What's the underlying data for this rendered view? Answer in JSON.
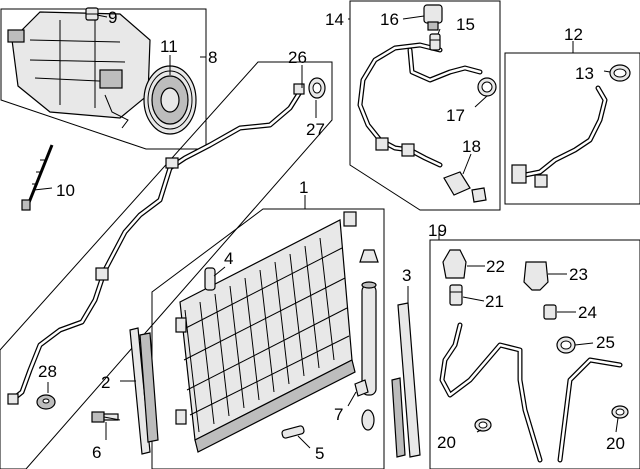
{
  "callouts": {
    "c1": "1",
    "c2": "2",
    "c3": "3",
    "c4": "4",
    "c5": "5",
    "c6": "6",
    "c7": "7",
    "c8": "8",
    "c9": "9",
    "c10": "10",
    "c11": "11",
    "c12": "12",
    "c13": "13",
    "c14": "14",
    "c15": "15",
    "c16": "16",
    "c17": "17",
    "c18": "18",
    "c19": "19",
    "c20a": "20",
    "c20b": "20",
    "c21": "21",
    "c22": "22",
    "c23": "23",
    "c24": "24",
    "c25": "25",
    "c26": "26",
    "c27": "27",
    "c28": "28"
  }
}
